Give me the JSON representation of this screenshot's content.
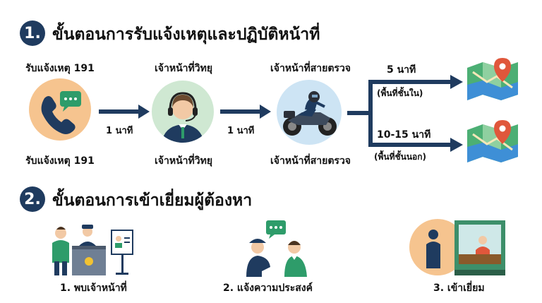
{
  "section1": {
    "number": "1.",
    "title": "ขั้นตอนการรับแจ้งเหตุและปฏิบัติหน้าที่",
    "call_top": "รับแจ้งเหตุ 191",
    "call_bottom": "รับแจ้งเหตุ 191",
    "radio_top": "เจ้าหน้าที่วิทยุ",
    "radio_bottom": "เจ้าหน้าที่วิทยุ",
    "patrol_top": "เจ้าหน้าที่สายตรวจ",
    "patrol_bottom": "เจ้าหน้าที่สายตรวจ",
    "arrow1_time": "1 นาที",
    "arrow2_time": "1 นาที",
    "inner": {
      "time": "5 นาที",
      "area": "(พื้นที่ชั้นใน)"
    },
    "outer": {
      "time": "10-15 นาที",
      "area": "(พื้นที่ชั้นนอก)"
    }
  },
  "section2": {
    "number": "2.",
    "title": "ขั้นตอนการเข้าเยี่ยมผู้ต้องหา",
    "steps": [
      {
        "label": "1. พบเจ้าหน้าที่"
      },
      {
        "label": "2. แจ้งความประสงค์"
      },
      {
        "label": "3. เข้าเยี่ยม"
      }
    ]
  },
  "colors": {
    "navy": "#1f3b5f",
    "peach": "#f6c48f",
    "mint": "#cfe8d2",
    "skyblue": "#cde4f4",
    "map_pin": "#e0573b"
  }
}
